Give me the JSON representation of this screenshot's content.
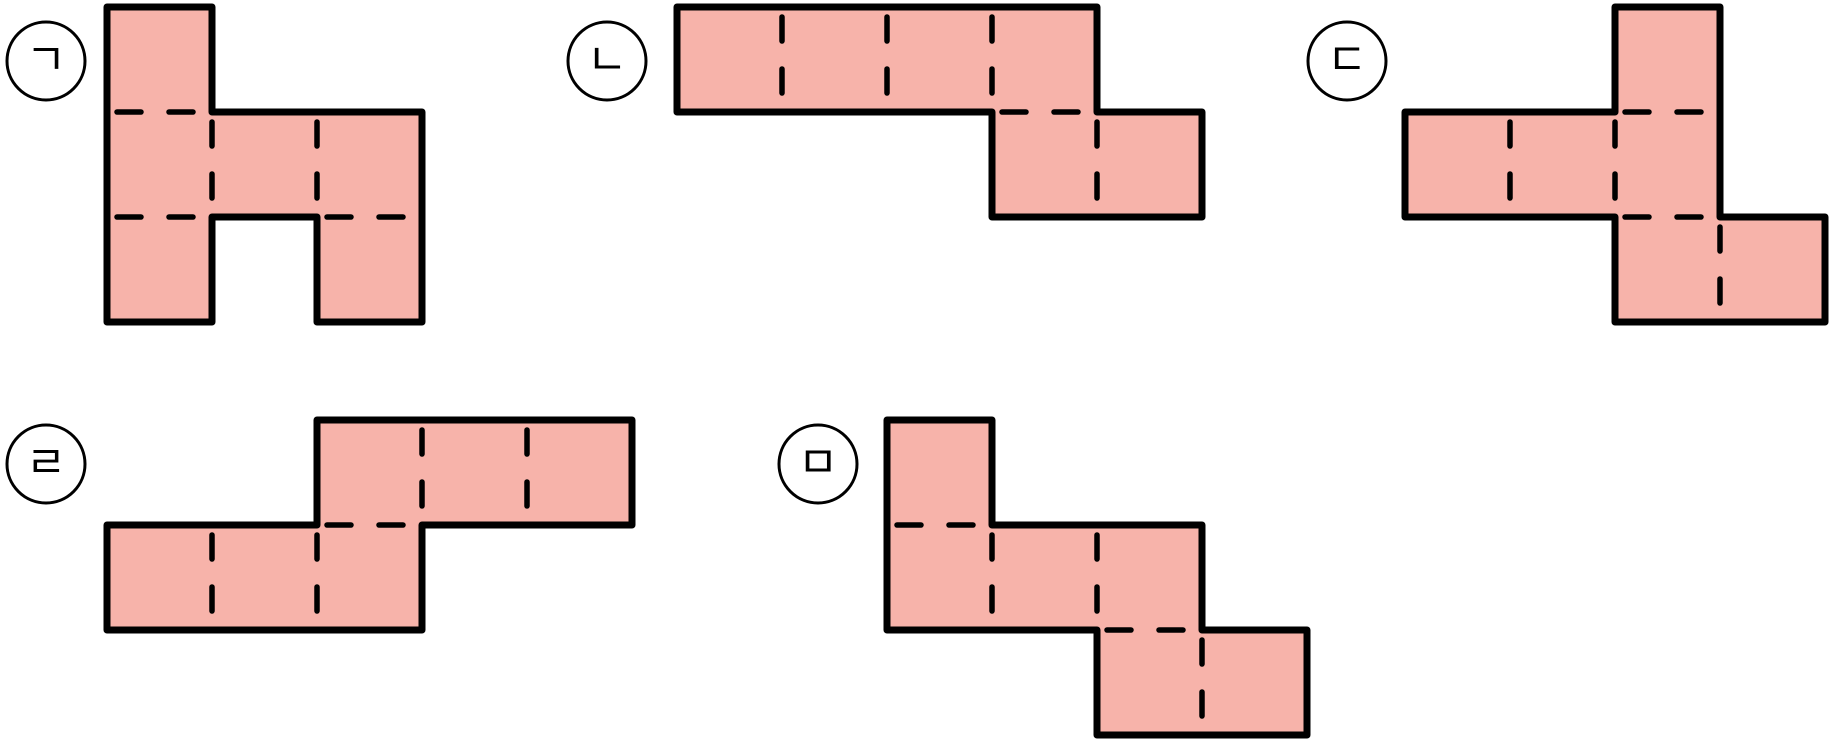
{
  "nets": [
    {
      "id": "net-1",
      "label": "ㄱ",
      "cells": [
        [
          0,
          0
        ],
        [
          0,
          1
        ],
        [
          1,
          1
        ],
        [
          2,
          1
        ],
        [
          0,
          2
        ],
        [
          2,
          2
        ]
      ]
    },
    {
      "id": "net-2",
      "label": "ㄴ",
      "cells": [
        [
          0,
          0
        ],
        [
          1,
          0
        ],
        [
          2,
          0
        ],
        [
          3,
          0
        ],
        [
          3,
          1
        ],
        [
          4,
          1
        ]
      ]
    },
    {
      "id": "net-3",
      "label": "ㄷ",
      "cells": [
        [
          2,
          0
        ],
        [
          0,
          1
        ],
        [
          1,
          1
        ],
        [
          2,
          1
        ],
        [
          2,
          2
        ],
        [
          3,
          2
        ]
      ]
    },
    {
      "id": "net-4",
      "label": "ㄹ",
      "cells": [
        [
          2,
          0
        ],
        [
          3,
          0
        ],
        [
          4,
          0
        ],
        [
          0,
          1
        ],
        [
          1,
          1
        ],
        [
          2,
          1
        ]
      ]
    },
    {
      "id": "net-5",
      "label": "ㅁ",
      "cells": [
        [
          0,
          0
        ],
        [
          0,
          1
        ],
        [
          1,
          1
        ],
        [
          2,
          1
        ],
        [
          2,
          2
        ],
        [
          3,
          2
        ]
      ]
    }
  ],
  "colors": {
    "fill": "#f7b3aa",
    "edge": "#000000"
  }
}
